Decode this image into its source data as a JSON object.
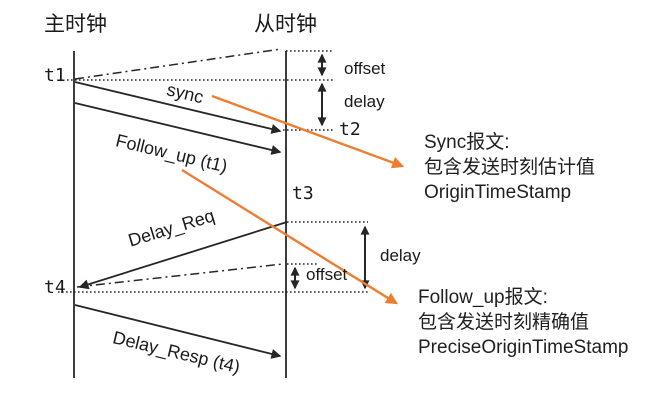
{
  "header": {
    "master_clock": "主时钟",
    "slave_clock": "从时钟"
  },
  "timestamps": {
    "t1": "t1",
    "t2": "t2",
    "t3": "t3",
    "t4": "t4"
  },
  "measures": {
    "offset_top": "offset",
    "delay_top": "delay",
    "delay_bottom": "delay",
    "offset_bottom": "offset"
  },
  "messages": {
    "sync": "sync",
    "follow_up": "Follow_up (t1)",
    "delay_req": "Delay_Req",
    "delay_resp": "Delay_Resp (t4)"
  },
  "annotations": {
    "sync_note": {
      "title": "Sync报文:",
      "body": "包含发送时刻估计值",
      "field": "OriginTimeStamp"
    },
    "follow_up_note": {
      "title": "Follow_up报文:",
      "body": "包含发送时刻精确值",
      "field": "PreciseOriginTimeStamp"
    }
  },
  "colors": {
    "line": "#262626",
    "accent": "#ED7D31"
  }
}
